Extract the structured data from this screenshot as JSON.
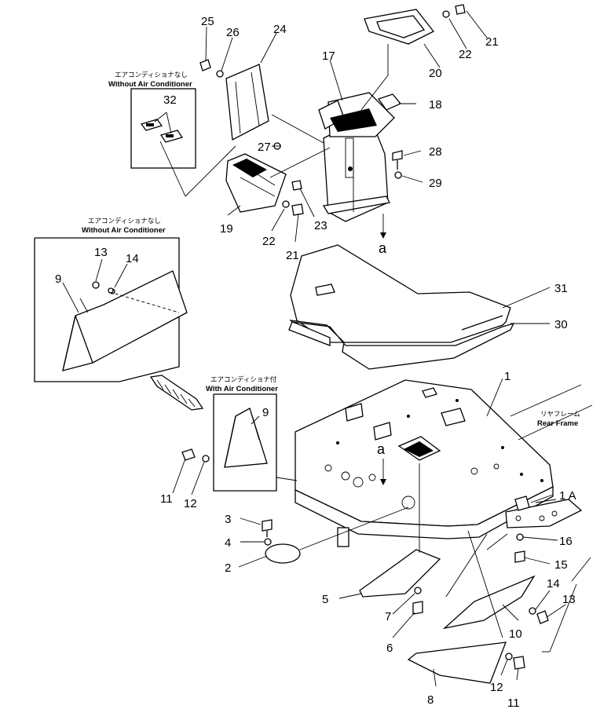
{
  "labels": [
    {
      "id": "p25",
      "text": "25"
    },
    {
      "id": "p26",
      "text": "26"
    },
    {
      "id": "p24",
      "text": "24"
    },
    {
      "id": "p17",
      "text": "17"
    },
    {
      "id": "p22a",
      "text": "22"
    },
    {
      "id": "p21a",
      "text": "21"
    },
    {
      "id": "p20",
      "text": "20"
    },
    {
      "id": "p18",
      "text": "18"
    },
    {
      "id": "p32",
      "text": "32"
    },
    {
      "id": "p27",
      "text": "27"
    },
    {
      "id": "p28",
      "text": "28"
    },
    {
      "id": "p29",
      "text": "29"
    },
    {
      "id": "p19",
      "text": "19"
    },
    {
      "id": "p23",
      "text": "23"
    },
    {
      "id": "p22b",
      "text": "22"
    },
    {
      "id": "p21b",
      "text": "21"
    },
    {
      "id": "pa1",
      "text": "a"
    },
    {
      "id": "p13a",
      "text": "13"
    },
    {
      "id": "p14a",
      "text": "14"
    },
    {
      "id": "p9a",
      "text": "9"
    },
    {
      "id": "p31",
      "text": "31"
    },
    {
      "id": "p30",
      "text": "30"
    },
    {
      "id": "p1",
      "text": "1"
    },
    {
      "id": "p9b",
      "text": "9"
    },
    {
      "id": "pa2",
      "text": "a"
    },
    {
      "id": "p11a",
      "text": "11"
    },
    {
      "id": "p12a",
      "text": "12"
    },
    {
      "id": "p1A",
      "text": "1 A"
    },
    {
      "id": "p3",
      "text": "3"
    },
    {
      "id": "p4",
      "text": "4"
    },
    {
      "id": "p16",
      "text": "16"
    },
    {
      "id": "p2",
      "text": "2"
    },
    {
      "id": "p15",
      "text": "15"
    },
    {
      "id": "p5",
      "text": "5"
    },
    {
      "id": "p14b",
      "text": "14"
    },
    {
      "id": "p13b",
      "text": "13"
    },
    {
      "id": "p7",
      "text": "7"
    },
    {
      "id": "p6",
      "text": "6"
    },
    {
      "id": "p10",
      "text": "10"
    },
    {
      "id": "p8",
      "text": "8"
    },
    {
      "id": "p12b",
      "text": "12"
    },
    {
      "id": "p11b",
      "text": "11"
    }
  ],
  "captions": {
    "without_ac_jp_1": "エアコンディショナなし",
    "without_ac_en_1": "Without Air Conditioner",
    "without_ac_jp_2": "エアコンディショナなし",
    "without_ac_en_2": "Without Air Conditioner",
    "with_ac_jp": "エアコンディショナ付",
    "with_ac_en": "With Air Conditioner",
    "rear_frame_jp": "リヤフレーム",
    "rear_frame_en": "Rear Frame"
  }
}
